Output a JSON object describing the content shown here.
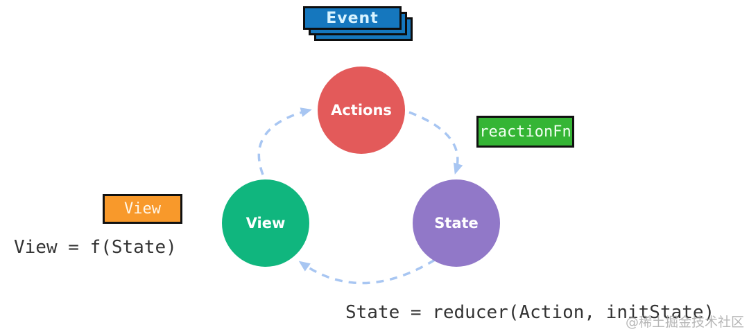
{
  "diagram": {
    "description": "Unidirectional data flow cycle diagram",
    "nodes": {
      "actions": {
        "label": "Actions",
        "color": "#E35A5A",
        "shape": "circle"
      },
      "view": {
        "label": "View",
        "color": "#10B67E",
        "shape": "circle"
      },
      "state": {
        "label": "State",
        "color": "#9178C8",
        "shape": "circle"
      }
    },
    "tags": {
      "event": {
        "label": "Event",
        "color": "#1577BE",
        "style": "stacked-card"
      },
      "reaction_fn": {
        "label": "reactionFn",
        "color": "#35B535",
        "style": "bordered-box"
      },
      "view_tag": {
        "label": "View",
        "color": "#F8992B",
        "style": "bordered-box"
      }
    },
    "arrows": [
      {
        "name": "view-to-actions",
        "from": "view",
        "to": "actions",
        "style": "dashed",
        "color": "#A8C6F2"
      },
      {
        "name": "actions-to-state",
        "from": "actions",
        "to": "state",
        "style": "dashed",
        "color": "#A8C6F2"
      },
      {
        "name": "state-to-view",
        "from": "state",
        "to": "view",
        "style": "dashed",
        "color": "#A8C6F2"
      }
    ],
    "equations": {
      "view_equation": "View = f(State)",
      "state_equation": "State = reducer(Action, initState)"
    },
    "watermark": "@稀土掘金技术社区"
  },
  "colors": {
    "actions-red": "#E35A5A",
    "view-green": "#10B67E",
    "state-purple": "#9178C8",
    "event-blue": "#1577BE",
    "event-text": "#D8F3FF",
    "reaction-green": "#35B535",
    "view-tag-orange": "#F8992B",
    "arrow-blue": "#A8C6F2",
    "equation-text": "#333333",
    "watermark-gray": "#AAAAAA"
  }
}
